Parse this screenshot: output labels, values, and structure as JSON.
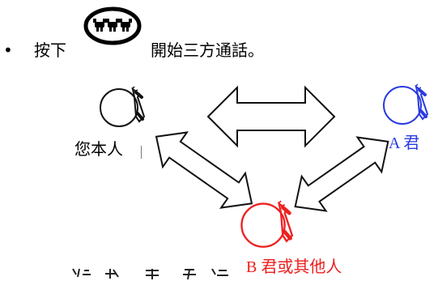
{
  "instruction": {
    "bullet": "•",
    "prefix": "按下",
    "button_icon": "conference-call-button-icon",
    "suffix": "開始三方通話。"
  },
  "participants": {
    "self": {
      "label": "您本人",
      "icon": "phone-handset-icon",
      "color": "#111111"
    },
    "party_a": {
      "label": "A 君",
      "icon": "phone-handset-icon",
      "color": "#2a3be0"
    },
    "party_b": {
      "label": "B 君或其他人",
      "icon": "phone-handset-icon",
      "color": "#ee2020"
    }
  },
  "connections": {
    "icon": "double-headed-arrow-icon"
  }
}
